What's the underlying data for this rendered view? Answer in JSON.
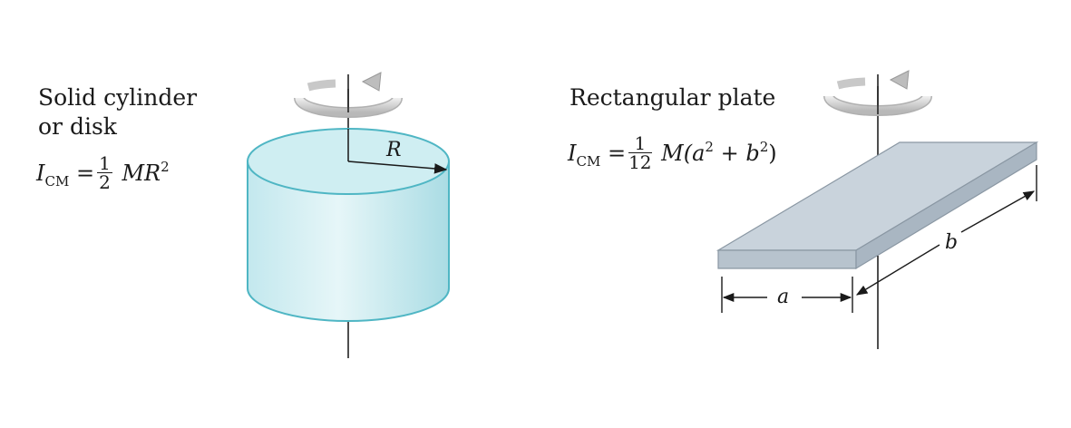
{
  "left": {
    "title_line1": "Solid cylinder",
    "title_line2": "or disk",
    "formula": {
      "symbol": "I",
      "subscript": "CM",
      "equals": "=",
      "frac_num": "1",
      "frac_den": "2",
      "body": "MR",
      "power": "2"
    },
    "radius_label": "R"
  },
  "right": {
    "title": "Rectangular plate",
    "formula": {
      "symbol": "I",
      "subscript": "CM",
      "equals": "=",
      "frac_num": "1",
      "frac_den": "12",
      "body_start": "M(",
      "a": "a",
      "a_power": "2",
      "plus": " + ",
      "b": "b",
      "b_power": "2",
      "body_end": ")"
    },
    "dim_a": "a",
    "dim_b": "b"
  },
  "colors": {
    "cylinder_fill": "#bfe6ec",
    "cylinder_edge": "#4fb6c4",
    "plate_top": "#c9d3dc",
    "plate_side": "#a9b6c2",
    "rotation_arrow": "#d0d0d0",
    "ink": "#1a1a1a"
  },
  "icons": [
    "rotation-arrow-icon",
    "rotation-arrow-icon"
  ]
}
